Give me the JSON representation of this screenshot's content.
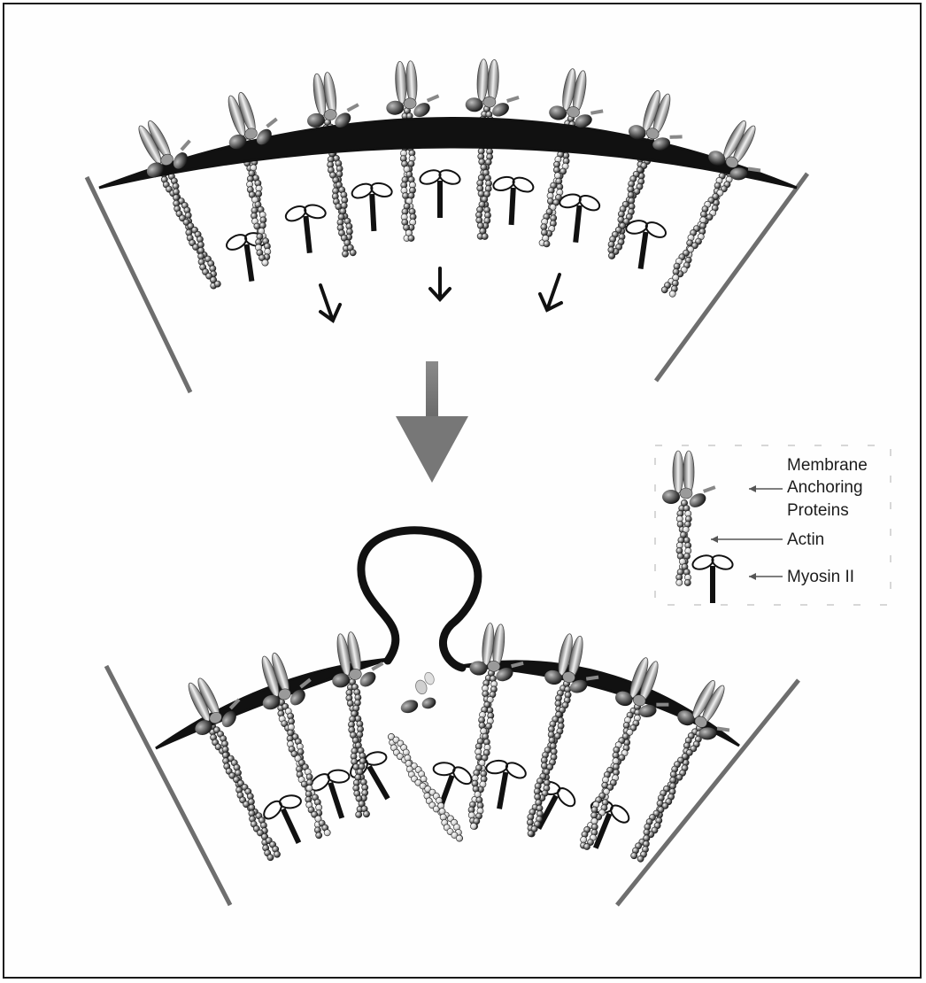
{
  "legend": {
    "items": [
      {
        "id": "membrane-anchoring-proteins",
        "lines": [
          "Membrane",
          "Anchoring",
          "Proteins"
        ]
      },
      {
        "id": "actin",
        "lines": [
          "Actin"
        ]
      },
      {
        "id": "myosin-ii",
        "lines": [
          "Myosin II"
        ]
      }
    ]
  },
  "colors": {
    "membrane": "#111111",
    "wall": "#6e6e6e",
    "arrow": "#777777",
    "frame": "#1a1a1a",
    "actin_dark": "#2a2a2a",
    "actin_light": "#bdbdbd",
    "anchor_dark": "#3a3a3a",
    "anchor_light": "#c9c9c9"
  },
  "icons": [
    "actin-filament-icon",
    "myosin-ii-icon",
    "anchoring-protein-icon",
    "small-down-arrow-icon",
    "large-down-arrow-icon"
  ]
}
